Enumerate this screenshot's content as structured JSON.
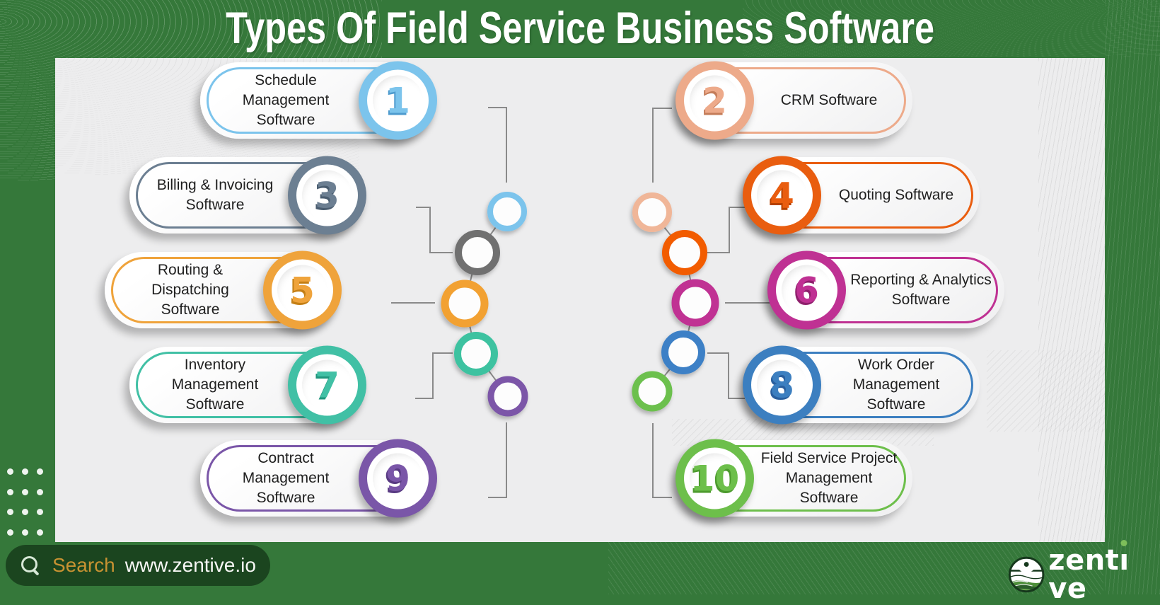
{
  "title": "Types Of Field Service Business Software",
  "items": [
    {
      "num": "1",
      "label": "Schedule Management Software",
      "side": "left",
      "color": "#7CC4EC",
      "color_dark": "#4E9BCE",
      "node_color": "#7CC4EC"
    },
    {
      "num": "2",
      "label": "CRM Software",
      "side": "right",
      "color": "#EDAA8A",
      "color_dark": "#C47C59",
      "node_color": "#F0B698"
    },
    {
      "num": "3",
      "label": "Billing & Invoicing Software",
      "side": "left",
      "color": "#6C7F92",
      "color_dark": "#4A5D70",
      "node_color": "#6F6F6F"
    },
    {
      "num": "4",
      "label": "Quoting Software",
      "side": "right",
      "color": "#E95D0F",
      "color_dark": "#B54100",
      "node_color": "#F25B05"
    },
    {
      "num": "5",
      "label": "Routing & Dispatching Software",
      "side": "left",
      "color": "#EFA33B",
      "color_dark": "#C47F15",
      "node_color": "#F2A132"
    },
    {
      "num": "6",
      "label": "Reporting & Analytics Software",
      "side": "right",
      "color": "#BF3193",
      "color_dark": "#8E1F6C",
      "node_color": "#C03193"
    },
    {
      "num": "7",
      "label": "Inventory Management Software",
      "side": "left",
      "color": "#41C0A5",
      "color_dark": "#1F957C",
      "node_color": "#3EC2A0"
    },
    {
      "num": "8",
      "label": "Work Order Management Software",
      "side": "right",
      "color": "#3C7FC0",
      "color_dark": "#2A5F9E",
      "node_color": "#3C80C6"
    },
    {
      "num": "9",
      "label": "Contract Management Software",
      "side": "left",
      "color": "#7A56A8",
      "color_dark": "#583A82",
      "node_color": "#7B57A8"
    },
    {
      "num": "10",
      "label": "Field Service Project Management Software",
      "side": "right",
      "color": "#6DBF4B",
      "color_dark": "#4C9A2D",
      "node_color": "#6CC04E"
    }
  ],
  "search": {
    "label": "Search",
    "value": "www.zentive.io"
  },
  "logo": {
    "text": "zentive",
    "part1": "zent",
    "part_i": "ı",
    "part2": "ve"
  },
  "colors": {
    "background_green": "#35783A",
    "panel_gray": "#EDEDEE",
    "search_bar_green": "#1B451F",
    "search_label_gold": "#C79232",
    "connector_gray": "#8A8A8A",
    "label_text": "#1F1F1F",
    "title_text": "#FFFFFF"
  }
}
